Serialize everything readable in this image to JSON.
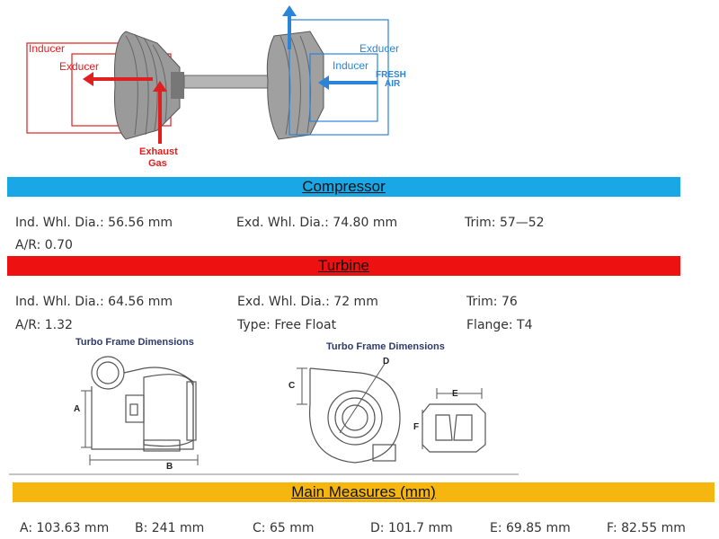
{
  "top_diagram": {
    "turbine_labels": {
      "inducer": "Inducer",
      "exducer": "Exducer",
      "exhaust_line1": "Exhaust",
      "exhaust_line2": "Gas"
    },
    "compressor_labels": {
      "exducer": "Exducer",
      "inducer": "Inducer",
      "fresh_line1": "FRESH",
      "fresh_line2": "AIR"
    },
    "colors": {
      "turbine_arrow": "#e02020",
      "compressor_arrow": "#2a84d8"
    }
  },
  "compressor": {
    "title": "Compressor",
    "color": "#1aa7e6",
    "ind_whl_dia": "Ind. Whl. Dia.: 56.56 mm",
    "exd_whl_dia": "Exd. Whl. Dia.: 74.80 mm",
    "trim": "Trim: 57—52",
    "ar": "A/R: 0.70"
  },
  "turbine": {
    "title": "Turbine",
    "color": "#ee1111",
    "ind_whl_dia": "Ind. Whl. Dia.: 64.56 mm",
    "exd_whl_dia": "Exd. Whl. Dia.: 72 mm",
    "trim": "Trim: 76",
    "ar": "A/R: 1.32",
    "type": "Type: Free Float",
    "flange": "Flange: T4"
  },
  "frame_dimensions": {
    "title_left": "Turbo Frame Dimensions",
    "title_right": "Turbo Frame Dimensions",
    "letters": {
      "a": "A",
      "b": "B",
      "c": "C",
      "d": "D",
      "e": "E",
      "f": "F"
    }
  },
  "main_measures": {
    "title": "Main Measures (mm)",
    "color": "#f5b70f",
    "a": "A: 103.63 mm",
    "b": "B: 241 mm",
    "c": "C: 65 mm",
    "d": "D: 101.7 mm",
    "e": "E: 69.85 mm",
    "f": "F: 82.55 mm"
  }
}
